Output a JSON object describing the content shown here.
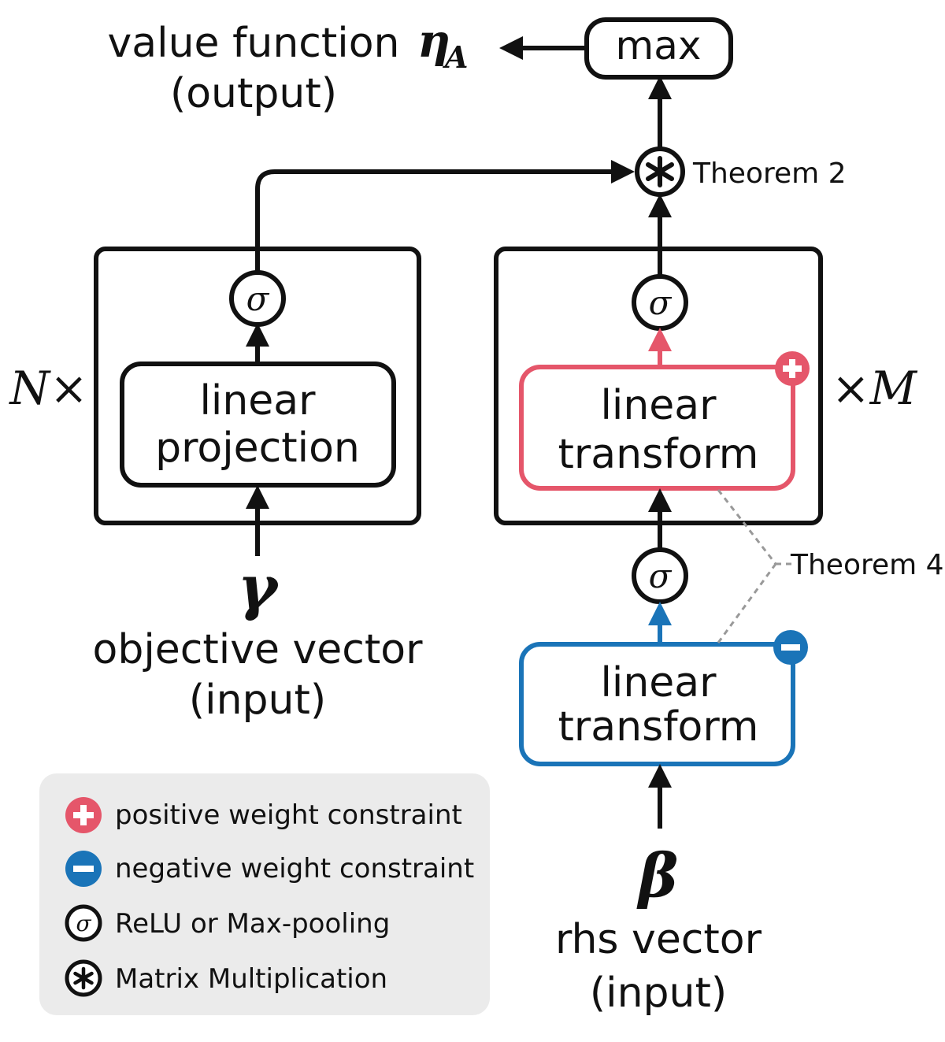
{
  "colors": {
    "stroke": "#111111",
    "positive": "#e5566a",
    "negative": "#1a74b8",
    "legend_bg": "#ebebeb",
    "dashed": "#999999"
  },
  "output": {
    "label_line1": "value function",
    "label_line2": "(output)",
    "symbol": "η",
    "symbol_sub": "A"
  },
  "max_node": {
    "label": "max"
  },
  "matmul_node": {
    "symbol": "*",
    "annotation": "Theorem 2"
  },
  "left_block": {
    "repeat": "N×",
    "relu_symbol": "σ",
    "box_line1": "linear",
    "box_line2": "projection"
  },
  "right_block": {
    "repeat": "×M",
    "relu_symbol": "σ",
    "box_line1": "linear",
    "box_line2": "transform",
    "constraint": "positive"
  },
  "lower_right": {
    "relu_symbol": "σ",
    "box_line1": "linear",
    "box_line2": "transform",
    "constraint": "negative",
    "annotation": "Theorem 4"
  },
  "inputs": {
    "gamma": {
      "symbol": "γ",
      "line1": "objective vector",
      "line2": "(input)"
    },
    "beta": {
      "symbol": "β",
      "line1": "rhs vector",
      "line2": "(input)"
    }
  },
  "legend": {
    "items": [
      {
        "icon": "plus-circle-icon",
        "text": "positive weight constraint"
      },
      {
        "icon": "minus-circle-icon",
        "text": "negative weight constraint"
      },
      {
        "icon": "sigma-circle-icon",
        "text": "ReLU or Max-pooling"
      },
      {
        "icon": "asterisk-circle-icon",
        "text": "Matrix Multiplication"
      }
    ]
  }
}
